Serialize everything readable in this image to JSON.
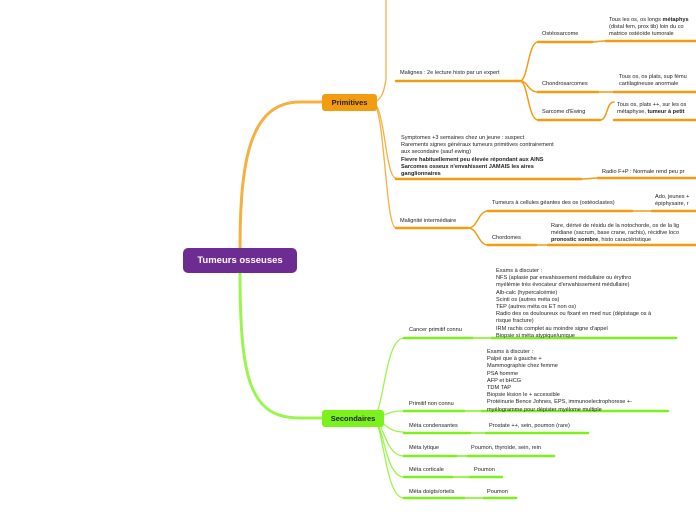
{
  "root": {
    "label": "Tumeurs osseuses",
    "color": "#6d2c91"
  },
  "colors": {
    "primitives": "#f39c12",
    "secondaires": "#7bf21b",
    "primitives_link": "#f5b041"
  },
  "primitives": {
    "label": "Primitives",
    "malignes": {
      "label": "Malignes : 2e lecture histo par un expert",
      "osteosarcome": {
        "label": "Ostéosarcome",
        "detail_line1_a": "Tous les os, os longs ",
        "detail_line1_b": "métaphys",
        "detail_line2": "(distal fem, prox tib) loin du co",
        "detail_line3": "matrice ostéoïde tumorale"
      },
      "chondrosarcome": {
        "label": "Chondrosarcomes",
        "detail_line1": "Tous os, os plats, sup fému",
        "detail_line2": "cartilagineuse anormale"
      },
      "ewing": {
        "label": "Sarcome d'Ewing",
        "detail_line1": "Tous os, plats ++, sur les os",
        "detail_line2_a": "métaphyse, ",
        "detail_line2_b": "tumeur à petit"
      }
    },
    "symptomes": {
      "line1": "Symptomes +3 semaines chez un jeune : suspect",
      "line2": "Rarements signes généraux tumeurs primitives contrairement",
      "line3": "aux secondaire (sauf ewing)",
      "line4": "Fievre habituellement peu élevée répondant aux AINS",
      "line5": "Sarcomes osseux n'envahissent JAMAIS les aires",
      "line6": "ganglionnaires",
      "radio": "Radio F+P : Normale rend peu pr"
    },
    "intermediaire": {
      "label": "Malignité intermédiaire",
      "cellules_geantes": {
        "label": "Tumeurs à cellules géantes des os (ostéoclastes)",
        "detail_line1": "Ado, jeunes +",
        "detail_line2": "épiphysaire, r"
      },
      "chordomes": {
        "label": "Chordomes",
        "detail_line1": "Rare, dérivé de résidu de la notochorde, os de la lig",
        "detail_line2": "médiane (sacrum, base crane, rachis), récidive loco",
        "detail_line3_a": "pronostic sombre",
        "detail_line3_b": ", histo caractéristique"
      }
    }
  },
  "secondaires": {
    "label": "Secondaires",
    "cancer_connu": {
      "label": "Cancer primitif connu",
      "lines": [
        "Exams à discuter :",
        "NFS (aplasie par envahissement médullaire ou érythro",
        "myélémie très évocateur d'envahissement médullaire)",
        "Alb-calc (hypercalcémie)",
        "Scinti os (autres méta os)",
        "TEP (autres méta os ET non os)",
        "Radio des os douloureux ou fixant en med nuc (dépistage os à",
        "risque fracture)",
        "IRM rachis complet au moindre signe d'appel",
        "Biopsie si méta atypique/unique"
      ]
    },
    "non_connu": {
      "label": "Primitif non connu",
      "lines": [
        "Exams à discuter :",
        "Palpé que à gauche +",
        "Mammographie chez femme",
        "PSA homme",
        "AFP et bHCG",
        "TDM TAP",
        "Biopsie lésion le + accessible",
        "Protéinurie Bence Johnes, EPS, immunoelectrophorese +-",
        "myélogramme pour dépister myélome multiple"
      ]
    },
    "condensantes": {
      "label": "Méta condensantes",
      "detail": "Prostate ++, sein, poumon (rare)"
    },
    "lytique": {
      "label": "Méta lytique",
      "detail": "Poumon, thyroïde, sein, rein"
    },
    "corticale": {
      "label": "Méta corticale",
      "detail": "Poumon"
    },
    "doigts": {
      "label": "Méta doigts/orteils",
      "detail": "Poumon"
    }
  }
}
